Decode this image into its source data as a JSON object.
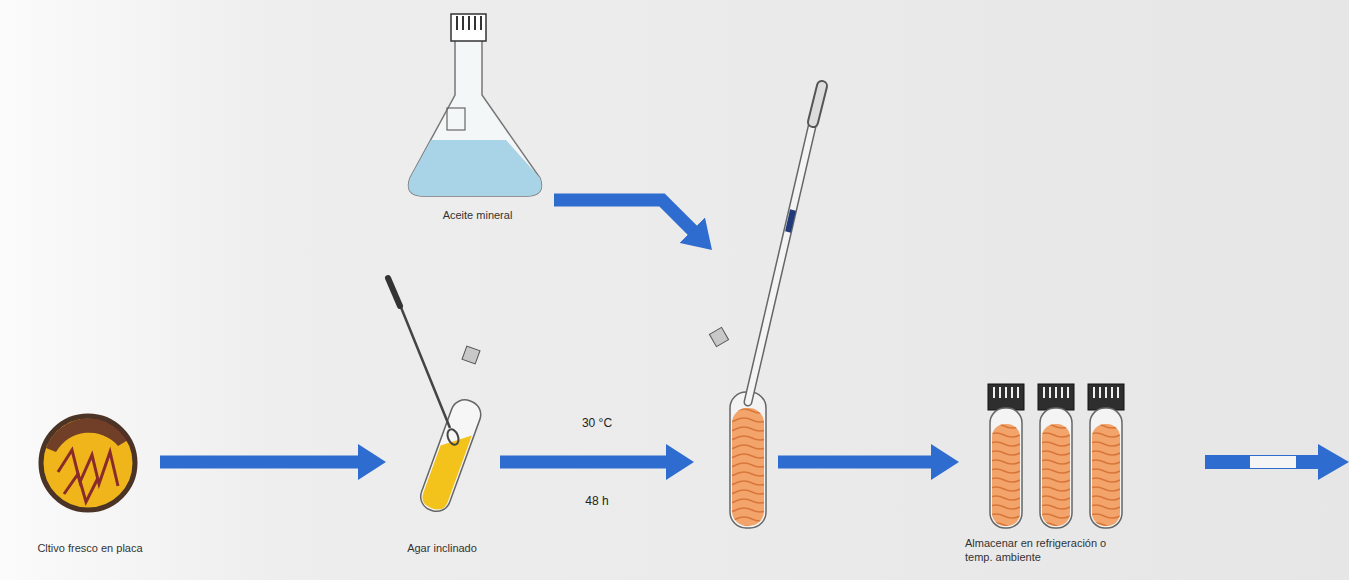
{
  "diagram": {
    "nodes": [
      {
        "text": [
          "Cltivo fresco en placa"
        ]
      },
      {
        "text": [
          "Agar inclinado"
        ]
      },
      {
        "text": [
          "Aceite mineral"
        ]
      },
      {
        "text": []
      },
      {
        "text": [
          "Almacenar en refrigeración o temp. ambiente"
        ]
      }
    ],
    "edges": [
      {
        "from": 0,
        "to": 1,
        "arrow": "to"
      },
      {
        "from": 1,
        "to": 3,
        "label": "30 °C",
        "arrow": "to"
      },
      {
        "from": 2,
        "to": 3,
        "arrow": "to"
      },
      {
        "from": 3,
        "to": 4,
        "arrow": "to"
      }
    ],
    "labels": [
      "48 h"
    ]
  }
}
